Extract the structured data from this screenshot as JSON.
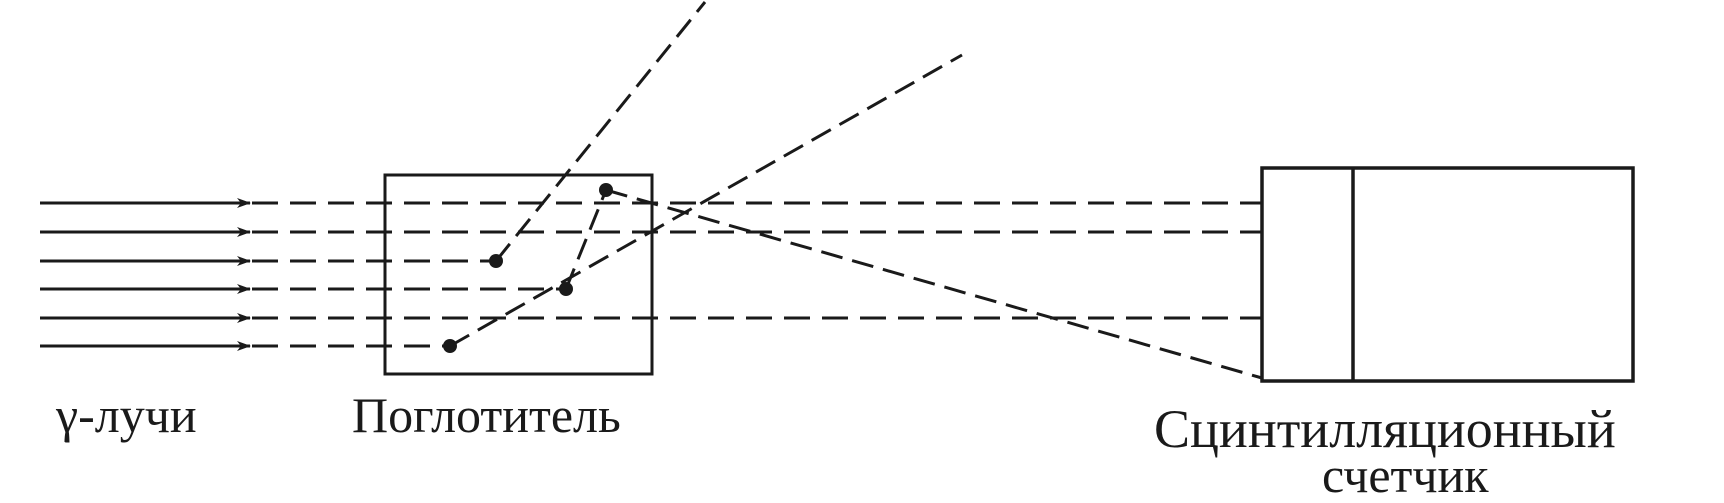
{
  "labels": {
    "gamma_rays": "γ-лучи",
    "absorber": "Поглотитель",
    "scintillation_counter_line1": "Сцинтилляционный",
    "scintillation_counter_line2": "счетчик"
  },
  "colors": {
    "ink": "#1a1a1a",
    "background": "#ffffff"
  }
}
